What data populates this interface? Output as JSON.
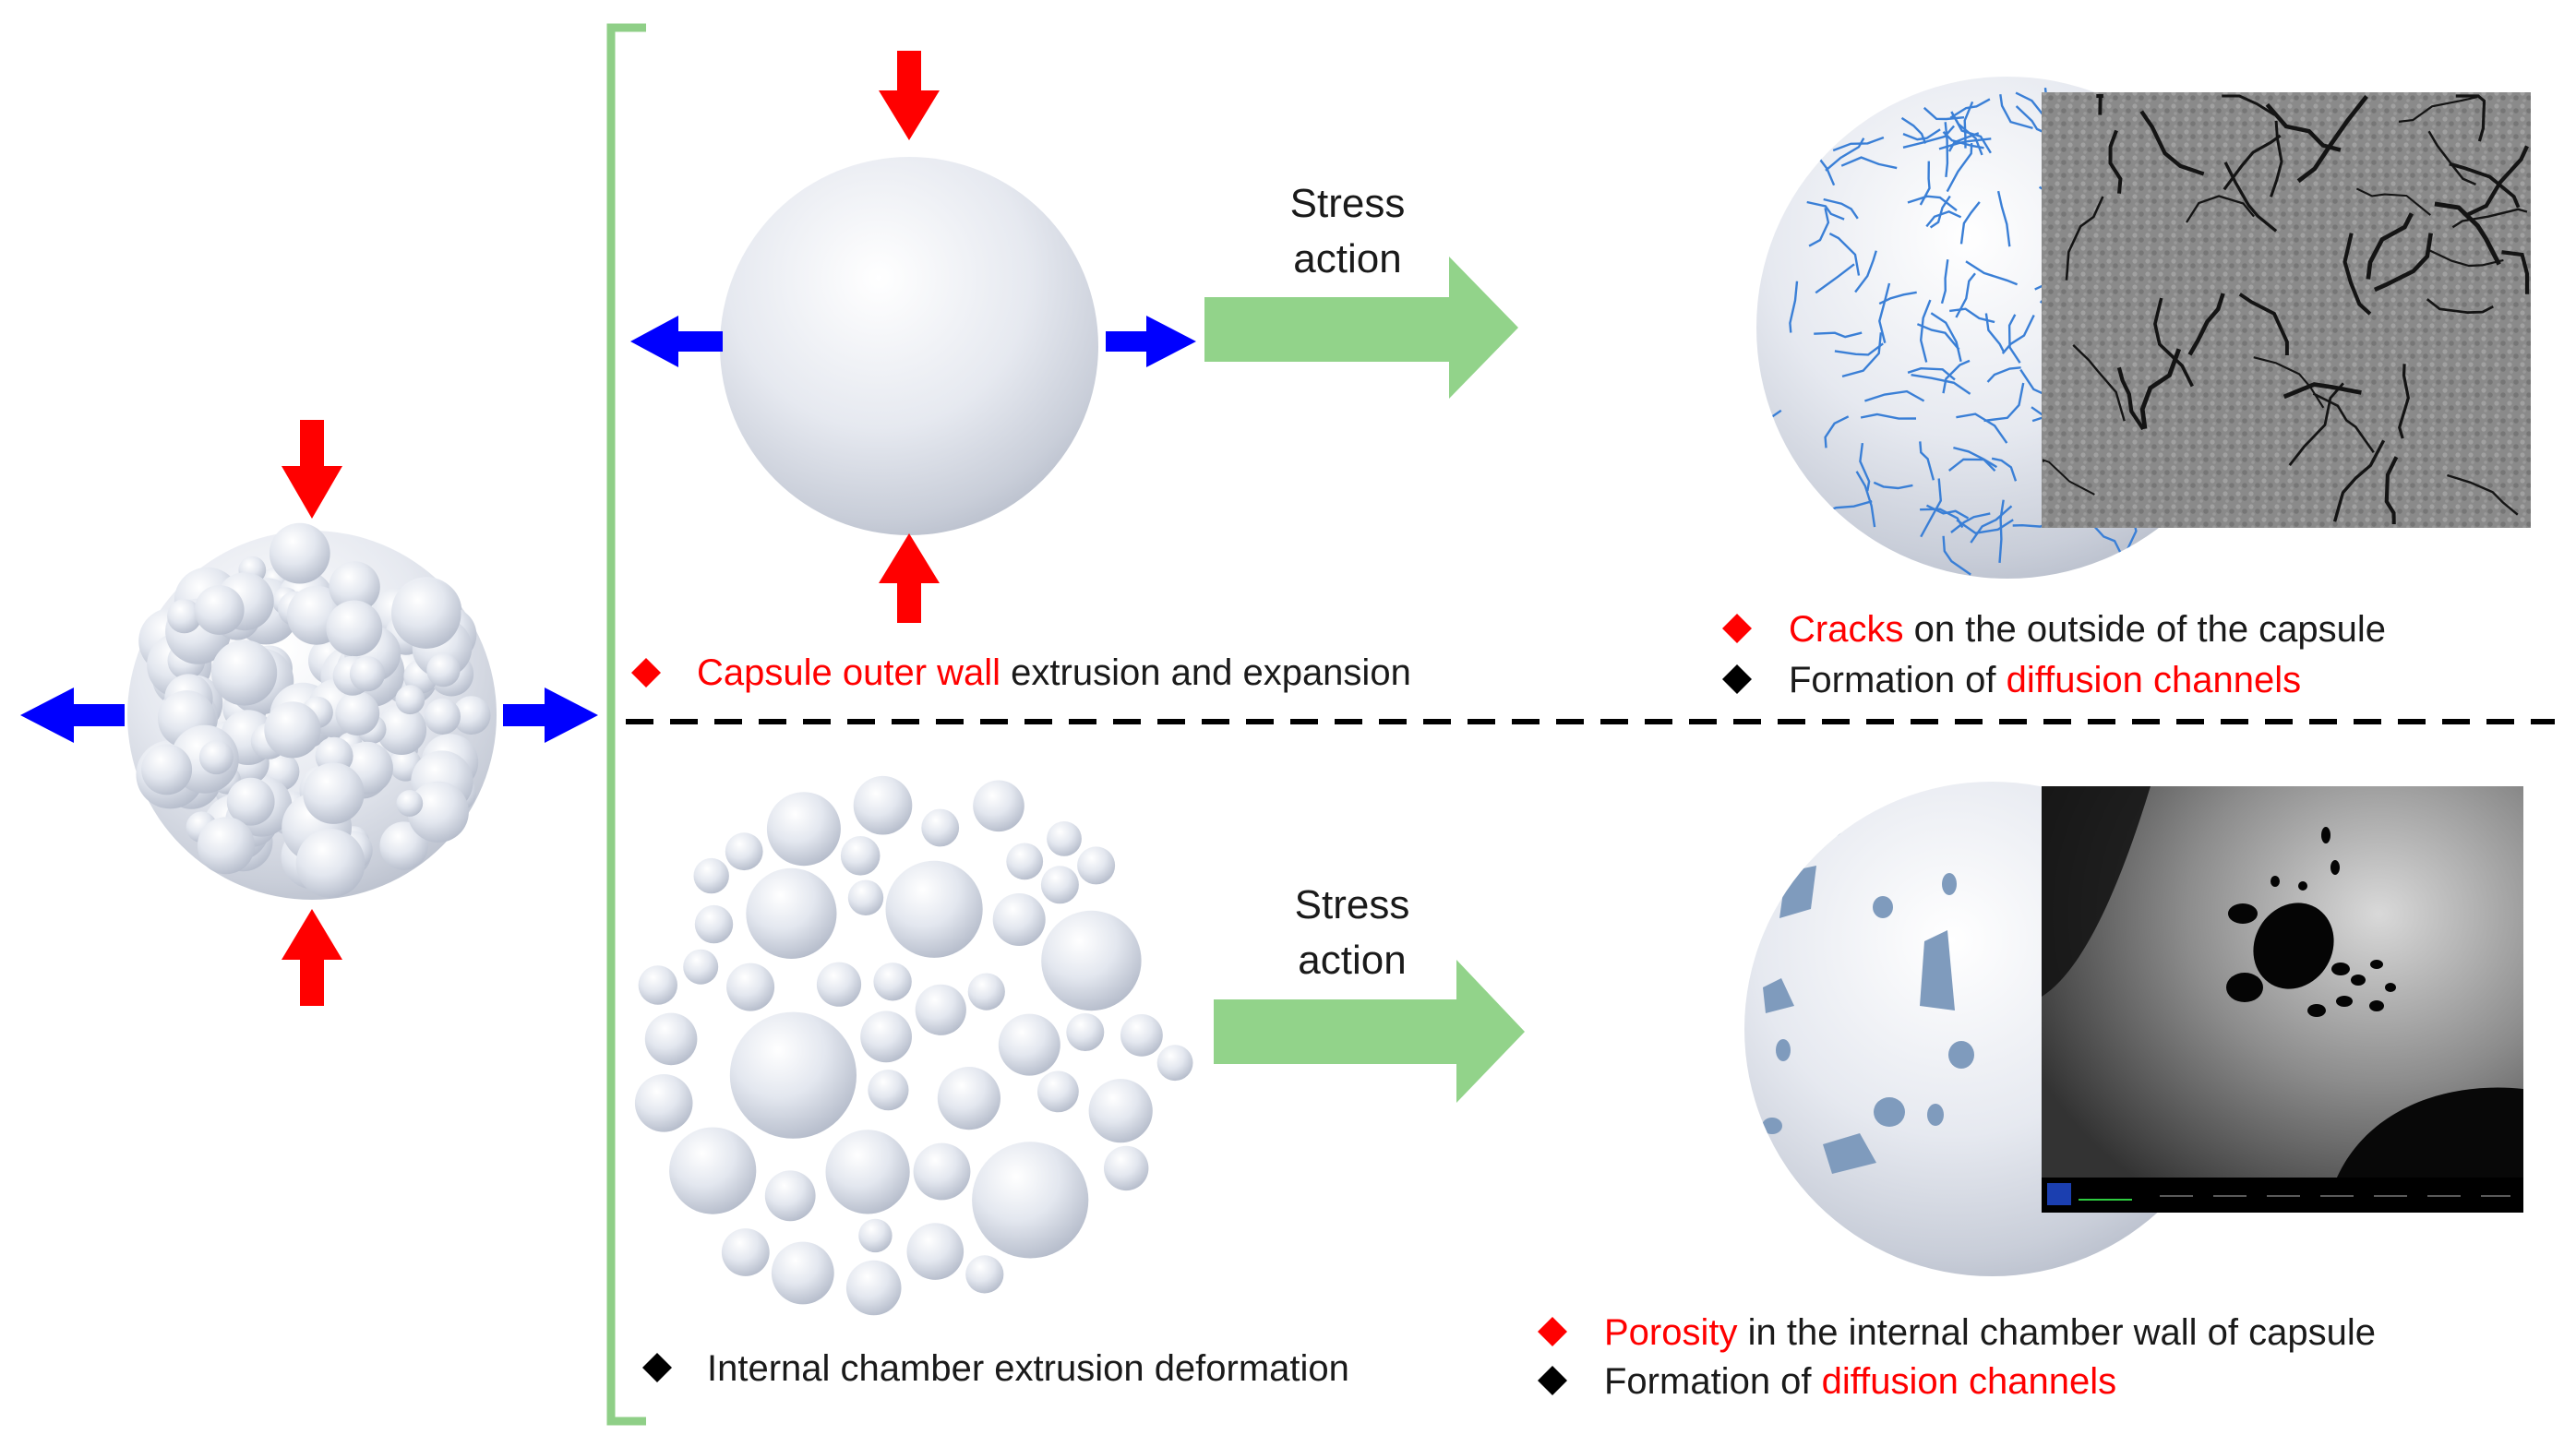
{
  "colors": {
    "red": "#ff0000",
    "blue": "#0000ff",
    "green": "#92d38a",
    "bracket": "#8fcf87",
    "sphere": "#e9ecf2",
    "crack": "#3a7fd6",
    "pore": "#7f9bbd",
    "text": "#1a1a1a"
  },
  "top": {
    "arrow_label": [
      "Stress",
      "action"
    ],
    "caption": {
      "red": "Capsule outer wall",
      "black": " extrusion and expansion"
    },
    "result": [
      {
        "bullet": "red",
        "red": "Cracks",
        "black": " on the outside of the capsule",
        "order": "red-first"
      },
      {
        "bullet": "black",
        "black": "Formation of ",
        "red": "diffusion channels",
        "order": "black-first"
      }
    ]
  },
  "bottom": {
    "arrow_label": [
      "Stress",
      "action"
    ],
    "caption": {
      "black": "Internal chamber extrusion deformation"
    },
    "result": [
      {
        "bullet": "red",
        "red": "Porosity",
        "black": " in the internal chamber wall of capsule",
        "order": "red-first"
      },
      {
        "bullet": "black",
        "black": "Formation of ",
        "red": "diffusion channels",
        "order": "black-first"
      }
    ]
  },
  "icons": {
    "compress_arrows": "red-arrow-icon",
    "expand_arrows": "blue-arrow-icon",
    "bullet": "diamond-bullet-icon"
  }
}
